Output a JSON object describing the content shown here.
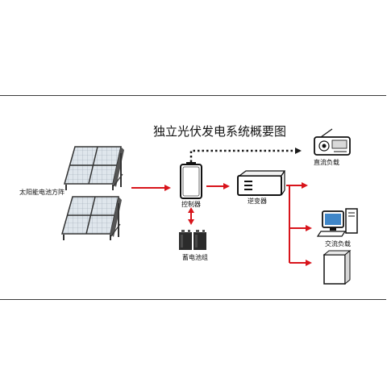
{
  "title": "独立光伏发电系统概要图",
  "labels": {
    "solar_array": "太阳能电池方阵",
    "controller": "控制器",
    "battery": "蓄电池组",
    "inverter": "逆变器",
    "dc_load": "直流负载",
    "ac_load": "交流负载"
  },
  "colors": {
    "arrow": "#d8141b",
    "frame": "#3a3a3a",
    "dc_arrow": "#1a1a1a"
  }
}
